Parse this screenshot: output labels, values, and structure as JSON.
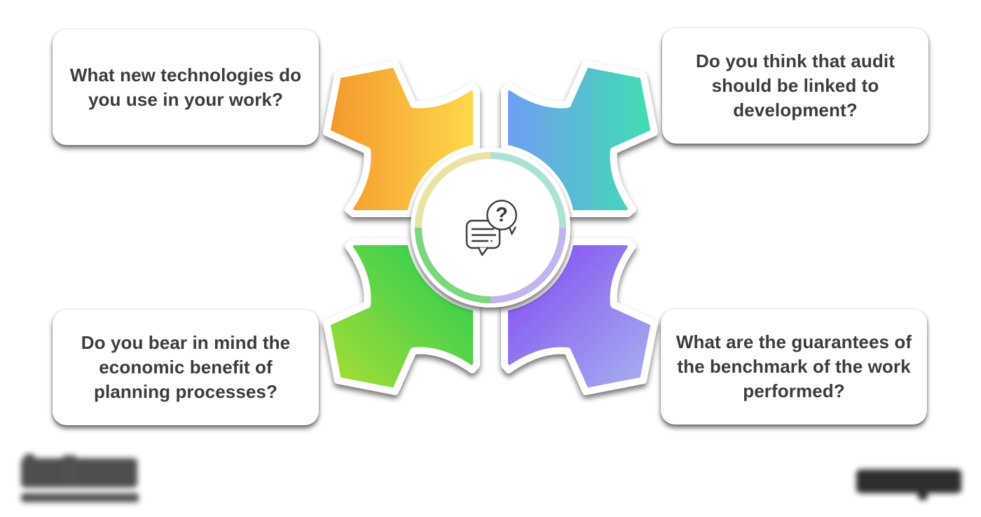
{
  "diagram": {
    "background": "#FFFFFF",
    "card_background": "#FFFFFF",
    "text_color": "#3C3C3C",
    "center_icon": {
      "name": "chat-question-icon",
      "glyph": "?"
    },
    "ring_colors": [
      "#EAE3A6",
      "#ACE2D4",
      "#C2B4EC",
      "#7BD77B"
    ],
    "questions": [
      {
        "position": "top-left",
        "text": "What new technologies do\nyou use in your work?",
        "arrow_gradient": [
          "#F2952B",
          "#FFD94B"
        ]
      },
      {
        "position": "top-right",
        "text": "Do you think that audit\nshould be linked to\ndevelopment?",
        "arrow_gradient": [
          "#6F9DF3",
          "#3EE1AE"
        ]
      },
      {
        "position": "bottom-left",
        "text": "Do you bear in mind the\neconomic benefit of\nplanning processes?",
        "arrow_gradient": [
          "#2BCD52",
          "#A6DD35"
        ]
      },
      {
        "position": "bottom-right",
        "text": "What are the guarantees of\nthe benchmark of the work\nperformed?",
        "arrow_gradient": [
          "#8450F1",
          "#A5AFF0"
        ]
      }
    ]
  },
  "footer": {
    "left_watermark": "blurred-logo",
    "right_watermark": "blurred-logo"
  }
}
